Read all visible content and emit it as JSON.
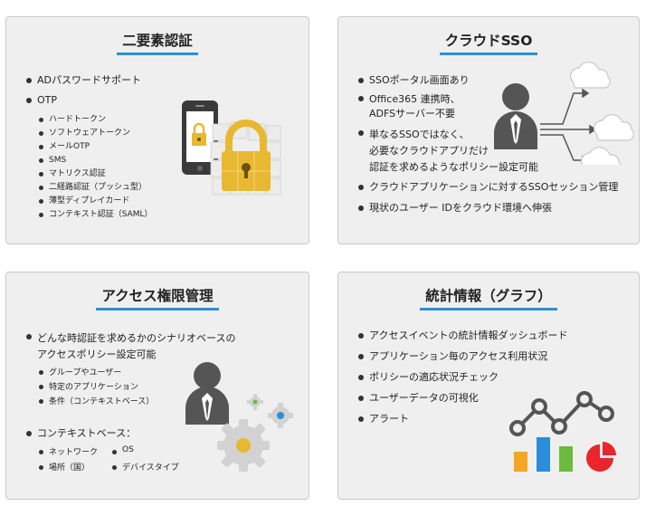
{
  "panels": {
    "two_factor": {
      "title": "二要素認証",
      "items": [
        "ADパスワードサポート",
        "OTP"
      ],
      "sub_items": [
        "ハードトークン",
        "ソフトウェアトークン",
        "メールOTP",
        "SMS",
        "マトリクス認証",
        "二経路認証（プッシュ型）",
        "薄型ディプレイカード",
        "コンテキスト認証（SAML）"
      ]
    },
    "cloud_sso": {
      "title": "クラウドSSO",
      "items": [
        [
          "SSOポータル画面あり"
        ],
        [
          "Office365 連携時、",
          "ADFSサーバー不要"
        ],
        [
          "単なるSSOではなく、",
          "必要なクラウドアプリだけ",
          "認証を求めるようなポリシー設定可能"
        ],
        [
          "クラウドアプリケーションに対するSSOセッション管理"
        ],
        [
          "現状のユーザー IDをクラウド環境へ伸張"
        ]
      ]
    },
    "access_control": {
      "title": "アクセス権限管理",
      "item1": [
        "どんな時認証を求めるかのシナリオベースの",
        "アクセスポリシー設定可能"
      ],
      "sub_items": [
        "グループやユーザー",
        "特定のアプリケーション",
        "条件（コンテキストベース）"
      ],
      "item2": "コンテキストベース：",
      "context_col1": [
        "ネットワーク",
        "場所（国）"
      ],
      "context_col2": [
        "OS",
        "デバイスタイプ"
      ]
    },
    "statistics": {
      "title": "統計情報（グラフ）",
      "items": [
        "アクセスイベントの統計情報ダッシュボード",
        "アプリケーション毎のアクセス利用状況",
        "ポリシーの適応状況チェック",
        "ユーザーデータの可視化",
        "アラート"
      ]
    }
  },
  "colors": {
    "accent_blue": "#2a8fd8",
    "lock_gold": "#e8b830",
    "bar_orange": "#f5a623",
    "bar_blue": "#2a8fd8",
    "bar_green": "#6cbb3c",
    "pie_red": "#e8262b",
    "person_gray": "#555555",
    "gear_gray": "#d0d0d0"
  }
}
